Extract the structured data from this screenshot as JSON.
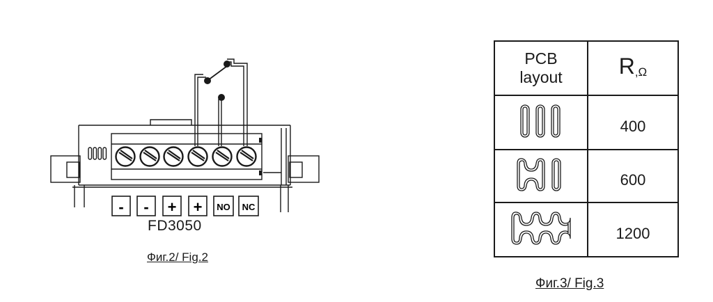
{
  "figure2": {
    "terminals": [
      "-",
      "-",
      "+",
      "+",
      "NO",
      "NC"
    ],
    "model": "FD3050",
    "caption": "Фиг.2/ Fig.2"
  },
  "figure3": {
    "header_layout": "PCB layout",
    "header_layout_line1": "PCB",
    "header_layout_line2": "layout",
    "header_r": "R",
    "header_r_unit": ",Ω",
    "rows": [
      {
        "layout_icon": "three-straight-slots-icon",
        "resistance": "400"
      },
      {
        "layout_icon": "one-wavy-two-straight-slots-icon",
        "resistance": "600"
      },
      {
        "layout_icon": "wavy-slot-icon",
        "resistance": "1200"
      }
    ],
    "caption": "Фиг.3/ Fig.3"
  }
}
